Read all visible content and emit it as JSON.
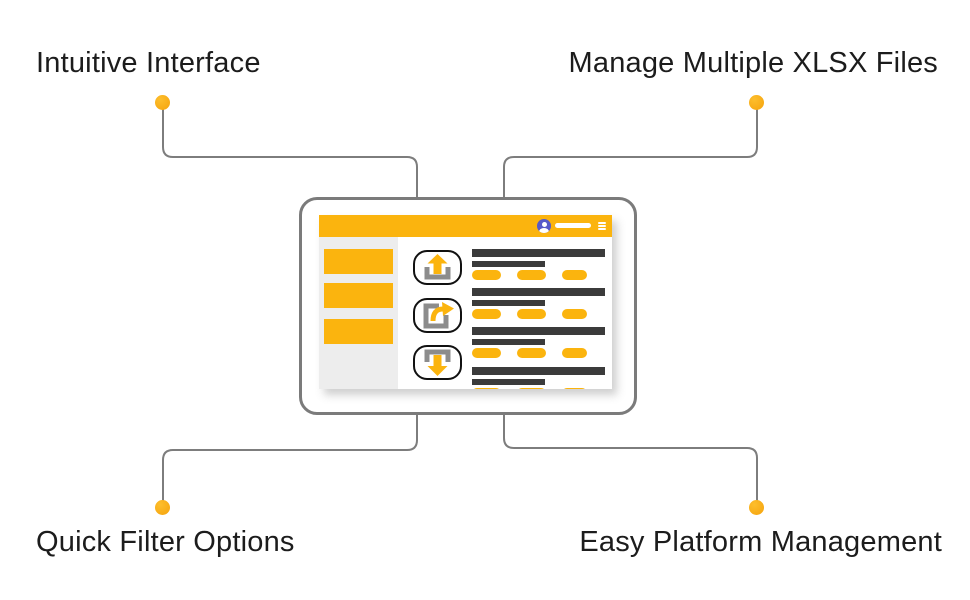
{
  "diagram_title": "XLSX manager feature infographic",
  "colors": {
    "accent_yellow": "#fbb40e",
    "dot_orange": "#f5a30d",
    "connector_gray": "#7d7d7d",
    "frame_gray": "#7b7b7b",
    "dark_bar": "#3b3b3b",
    "sidebar_gray": "#ededed",
    "avatar_indigo": "#5659c9",
    "text": "#1c1c1c"
  },
  "features": [
    {
      "id": "intuitive-interface",
      "label": "Intuitive Interface",
      "position": "top-left"
    },
    {
      "id": "manage-multiple-xlsx-files",
      "label": "Manage Multiple XLSX Files",
      "position": "top-right"
    },
    {
      "id": "quick-filter-options",
      "label": "Quick Filter Options",
      "position": "bottom-left"
    },
    {
      "id": "easy-platform-management",
      "label": "Easy Platform Management",
      "position": "bottom-right"
    }
  ],
  "mockup": {
    "type": "tablet-app-skeleton",
    "header_icons": [
      "user-avatar-icon",
      "menu-icon"
    ],
    "sidebar_item_count": 3,
    "action_buttons": [
      "upload-icon",
      "share-icon",
      "download-icon"
    ],
    "list_group_count": 4,
    "pills_per_group": 3
  }
}
